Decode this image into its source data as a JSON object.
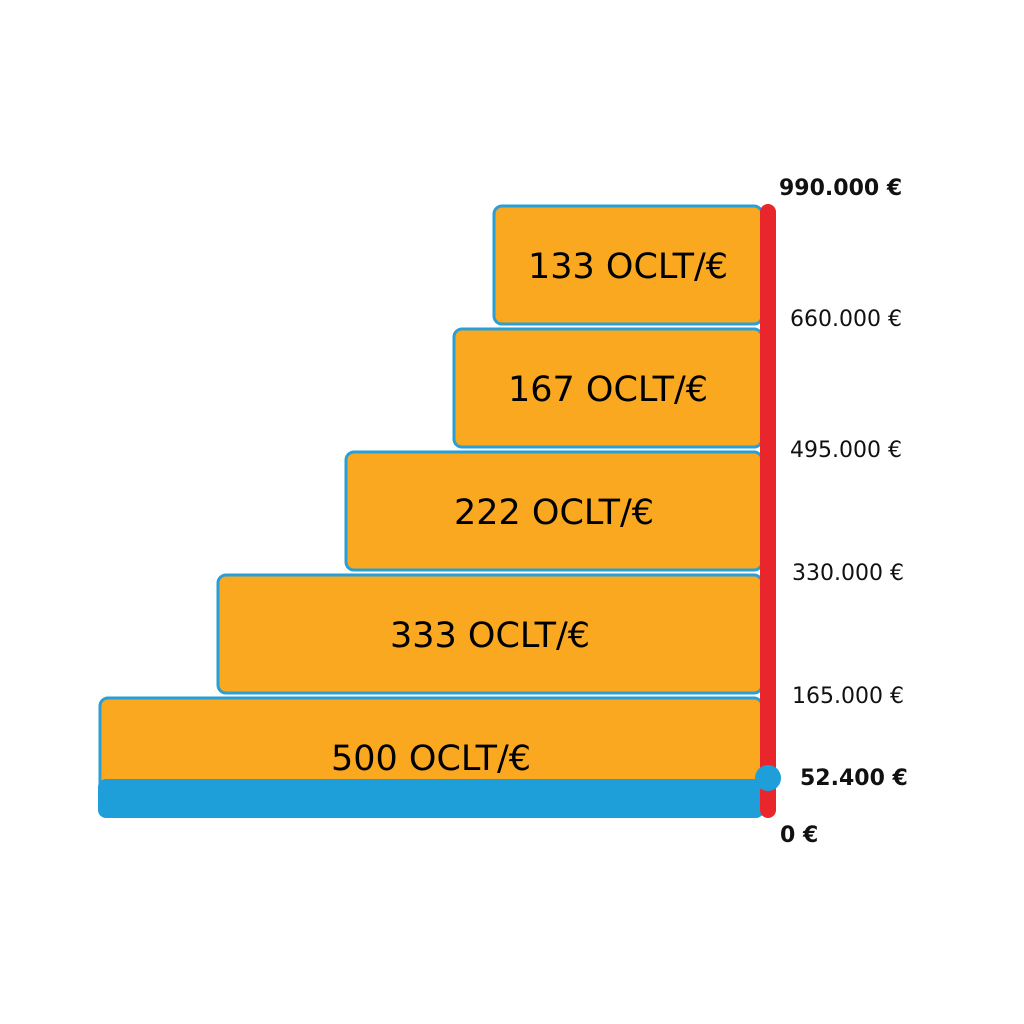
{
  "chart_data": {
    "type": "bar",
    "orientation": "horizontal-stacked-tiers",
    "axis": {
      "position": "right",
      "range": [
        0,
        990000
      ],
      "ticks": [
        {
          "value": 0,
          "label": "0 €",
          "bold": true
        },
        {
          "value": 165000,
          "label": "165.000 €",
          "bold": false
        },
        {
          "value": 330000,
          "label": "330.000 €",
          "bold": false
        },
        {
          "value": 495000,
          "label": "495.000 €",
          "bold": false
        },
        {
          "value": 660000,
          "label": "660.000 €",
          "bold": false
        },
        {
          "value": 990000,
          "label": "990.000 €",
          "bold": true
        }
      ]
    },
    "tiers": [
      {
        "label": "500 OCLT/€",
        "rate": 500,
        "from": 0,
        "to": 165000
      },
      {
        "label": "333 OCLT/€",
        "rate": 333,
        "from": 165000,
        "to": 330000
      },
      {
        "label": "222 OCLT/€",
        "rate": 222,
        "from": 330000,
        "to": 495000
      },
      {
        "label": "167 OCLT/€",
        "rate": 167,
        "from": 495000,
        "to": 660000
      },
      {
        "label": "133 OCLT/€",
        "rate": 133,
        "from": 660000,
        "to": 990000
      }
    ],
    "progress": {
      "value": 52400,
      "label": "52.400 €"
    },
    "colors": {
      "tier_fill": "#F9A81F",
      "tier_border": "#2A9FD6",
      "axis": "#E8262B",
      "progress": "#1E9FDA"
    }
  }
}
